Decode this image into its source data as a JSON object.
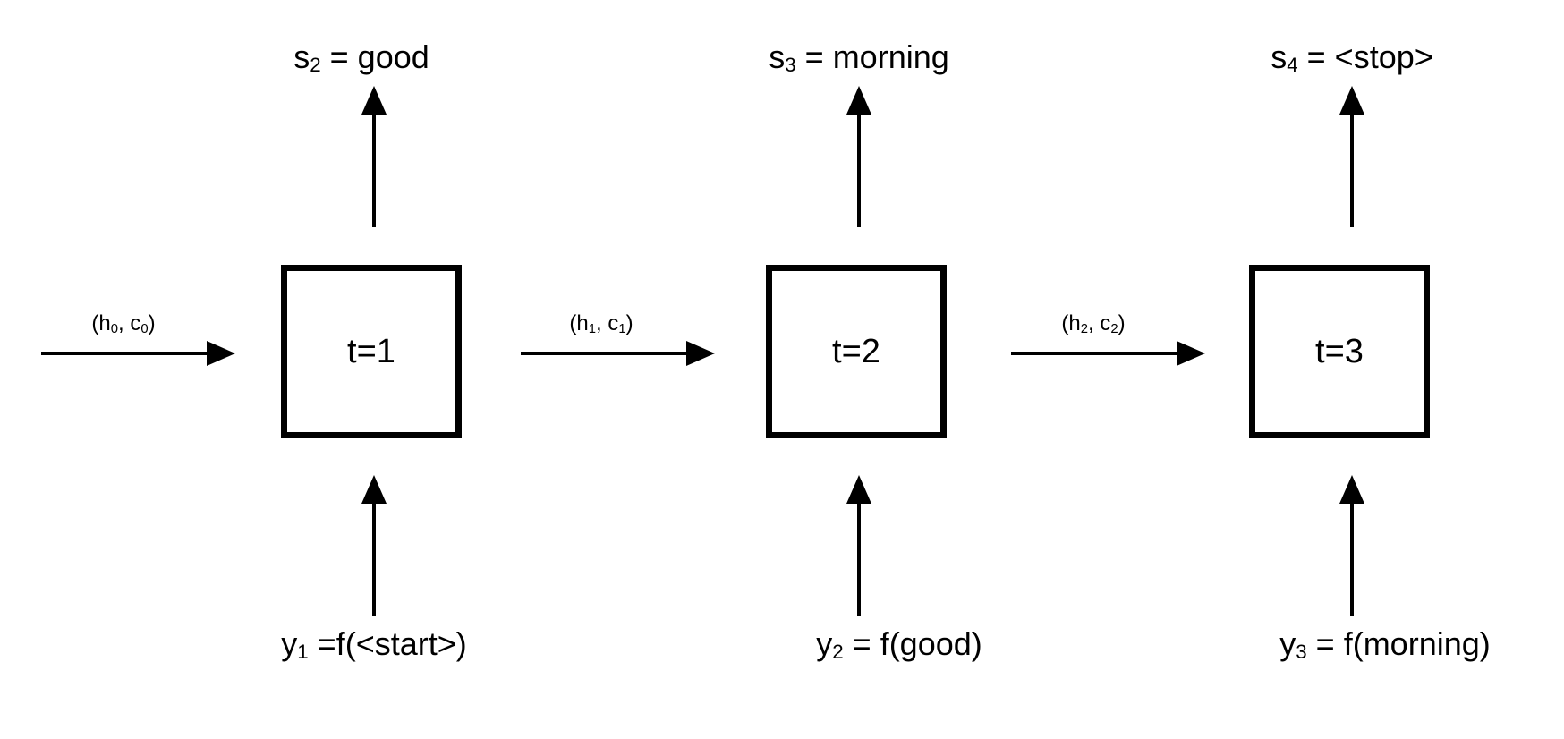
{
  "steps": [
    {
      "box_label": "t=1",
      "output": {
        "var": "s",
        "sub": "2",
        "rest": " = good"
      },
      "input": {
        "var": "y",
        "sub": "1",
        "rest": " =f(<start>)"
      },
      "state_in": {
        "h": "h",
        "h_sub": "0",
        "c": "c",
        "c_sub": "0"
      }
    },
    {
      "box_label": "t=2",
      "output": {
        "var": "s",
        "sub": "3",
        "rest": " = morning"
      },
      "input": {
        "var": "y",
        "sub": "2",
        "rest": " = f(good)"
      },
      "state_in": {
        "h": "h",
        "h_sub": "1",
        "c": "c",
        "c_sub": "1"
      }
    },
    {
      "box_label": "t=3",
      "output": {
        "var": "s",
        "sub": "4",
        "rest": " = <stop>"
      },
      "input": {
        "var": "y",
        "sub": "3",
        "rest": " = f(morning)"
      },
      "state_in": {
        "h": "h",
        "h_sub": "2",
        "c": "c",
        "c_sub": "2"
      }
    }
  ],
  "colors": {
    "stroke": "#000000",
    "background": "#ffffff"
  }
}
